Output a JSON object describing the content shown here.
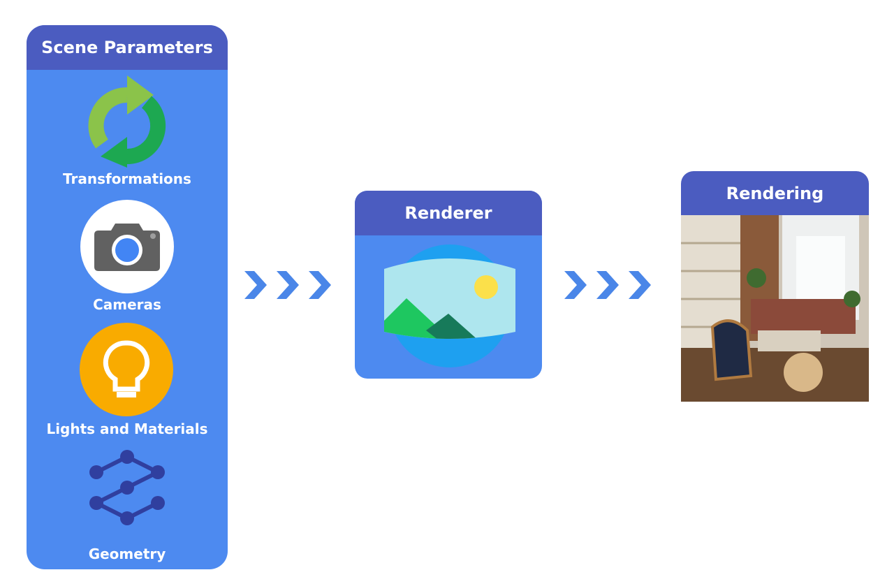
{
  "scene_parameters": {
    "title": "Scene Parameters",
    "items": [
      {
        "label": "Transformations",
        "icon": "refresh-arrows-icon"
      },
      {
        "label": "Cameras",
        "icon": "camera-icon"
      },
      {
        "label": "Lights and Materials",
        "icon": "lightbulb-icon"
      },
      {
        "label": "Geometry",
        "icon": "mesh-graph-icon"
      }
    ]
  },
  "renderer": {
    "title": "Renderer",
    "icon": "panorama-landscape-icon"
  },
  "rendering": {
    "title": "Rendering",
    "image": "living-room-render"
  },
  "colors": {
    "header": "#4b5cc0",
    "panel": "#4d8af0",
    "arrow": "#4a86e8"
  }
}
